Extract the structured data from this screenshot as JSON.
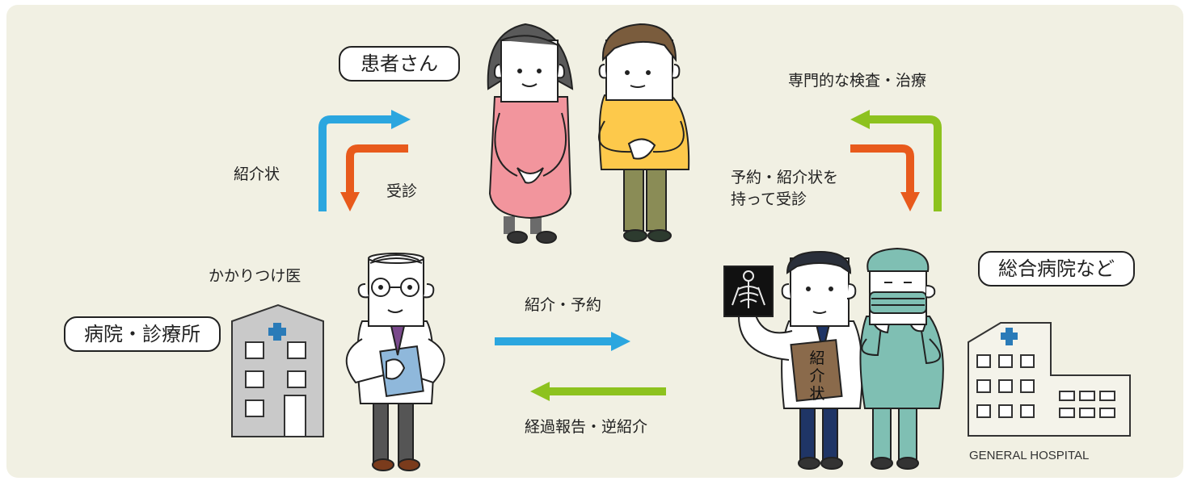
{
  "labels": {
    "patient": "患者さん",
    "clinic": "病院・診療所",
    "general_hospital": "総合病院など",
    "family_doctor": "かかりつけ医",
    "referral_letter": "紹介状",
    "visit": "受診",
    "referral_appointment": "紹介・予約",
    "progress_report": "経過報告・逆紹介",
    "specialist_exam": "専門的な検査・治療",
    "appointment_visit_line1": "予約・紹介状を",
    "appointment_visit_line2": "持って受診",
    "hospital_sign": "GENERAL HOSPITAL",
    "clipboard_text": "紹介状"
  },
  "colors": {
    "background": "#f1f0e3",
    "blue_arrow": "#2ba6df",
    "orange_arrow": "#e85a1c",
    "green_arrow": "#8dc21f",
    "building": "#c9c9c9",
    "cross": "#2a7bb8"
  }
}
